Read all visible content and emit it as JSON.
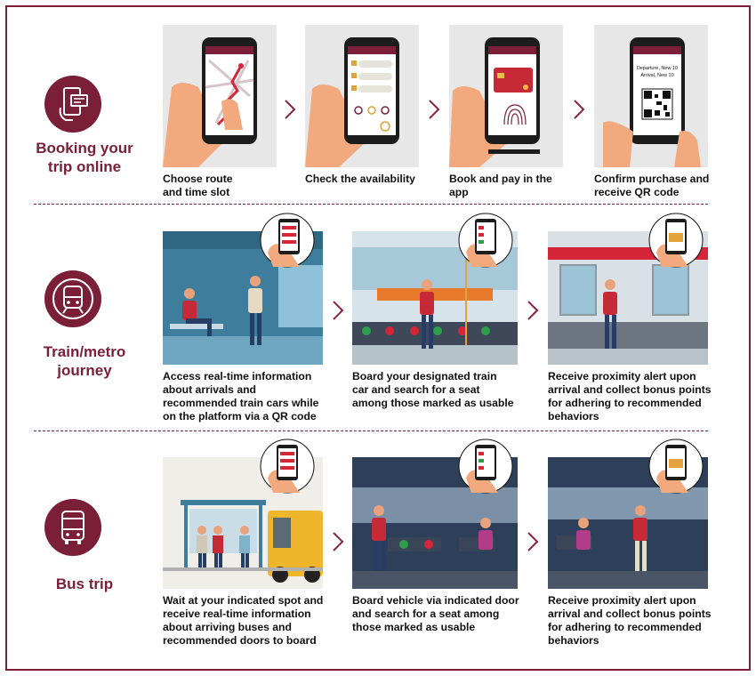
{
  "colors": {
    "brand": "#7b1e38",
    "arrow": "#8a2340"
  },
  "sections": [
    {
      "id": "booking",
      "title": "Booking your\ntrip online",
      "icon": "phone-ticket-icon",
      "steps": [
        {
          "caption": "Choose route\nand time slot",
          "image": "phone-map-route"
        },
        {
          "caption": "Check the availability",
          "image": "phone-availability"
        },
        {
          "caption": "Book and pay in the\napp",
          "image": "phone-card-payment"
        },
        {
          "caption": "Confirm purchase and\nreceive QR code",
          "image": "phone-qr-code",
          "phone_lines": [
            "Departure, New 10",
            "Arrival, New 10"
          ]
        }
      ]
    },
    {
      "id": "train",
      "title": "Train/metro\njourney",
      "icon": "train-icon",
      "steps": [
        {
          "caption": "Access real-time information\nabout arrivals and\nrecommended train cars while\non the platform via a QR code",
          "image": "train-platform"
        },
        {
          "caption": "Board your designated train\ncar and search for a seat\namong those marked as usable",
          "image": "train-car-seats"
        },
        {
          "caption": "Receive proximity alert upon\narrival and collect bonus points\nfor adhering to recommended\nbehaviors",
          "image": "train-arrival"
        }
      ]
    },
    {
      "id": "bus",
      "title": "Bus trip",
      "icon": "bus-icon",
      "steps": [
        {
          "caption": "Wait at your indicated spot and\nreceive real-time information\nabout arriving buses and\nrecommended doors to board",
          "image": "bus-stop"
        },
        {
          "caption": "Board vehicle via indicated door\nand search for a seat among\nthose marked as usable",
          "image": "bus-interior-seats"
        },
        {
          "caption": "Receive proximity alert upon\narrival and collect bonus points\nfor adhering to recommended\nbehaviors",
          "image": "bus-arrival"
        }
      ]
    }
  ]
}
